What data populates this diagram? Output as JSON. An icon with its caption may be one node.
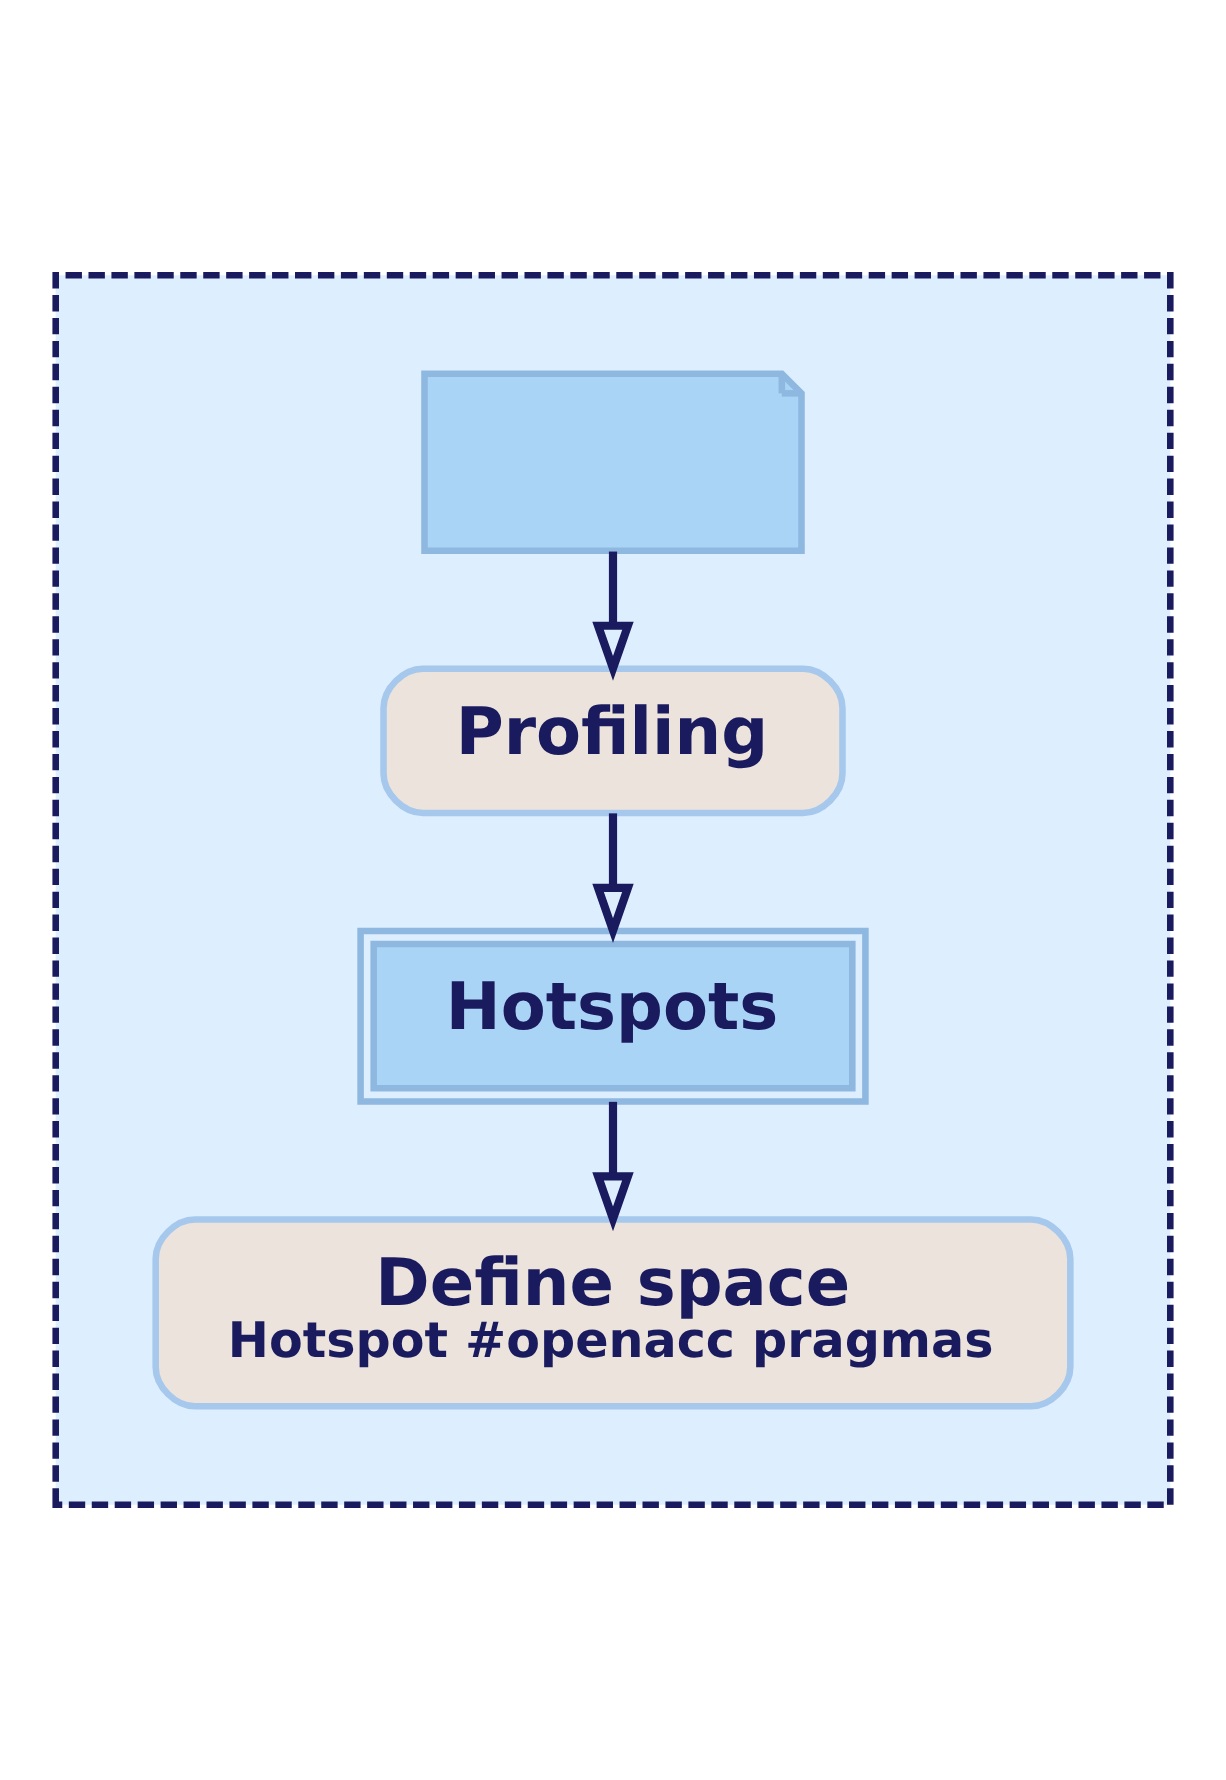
{
  "diagram": {
    "nodes": [
      {
        "text": [],
        "shape": "box"
      },
      {
        "text": [],
        "shape": "document",
        "in": 0
      },
      {
        "text": [
          "Profiling"
        ],
        "in": 0
      },
      {
        "text": [
          "Hotspots"
        ],
        "in": 0
      },
      {
        "text": [
          "Define space",
          "Hotspot #openacc pragmas"
        ],
        "in": 0
      }
    ],
    "edges": [
      {
        "from": 1,
        "to": 2,
        "arrow": "to"
      },
      {
        "from": 2,
        "to": 3,
        "arrow": "to"
      },
      {
        "from": 3,
        "to": 4,
        "arrow": "to"
      }
    ]
  }
}
